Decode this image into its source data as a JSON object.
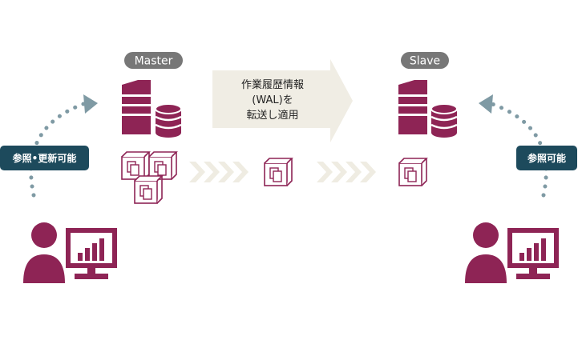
{
  "labels": {
    "master": "Master",
    "slave": "Slave",
    "transfer_line1": "作業履歴情報",
    "transfer_line2": "(WAL)を",
    "transfer_line3": "転送し適用",
    "master_user": "参照•更新可能",
    "slave_user": "参照可能"
  },
  "colors": {
    "primary": "#8e2455",
    "pill": "#777777",
    "badge": "#1d4a5c",
    "dots": "#7f9aa4",
    "banner": "#f0ede4",
    "chevron": "#efece2"
  },
  "icons": [
    "server-icon",
    "database-icon",
    "cube-icon",
    "user-icon",
    "monitor-chart-icon"
  ]
}
